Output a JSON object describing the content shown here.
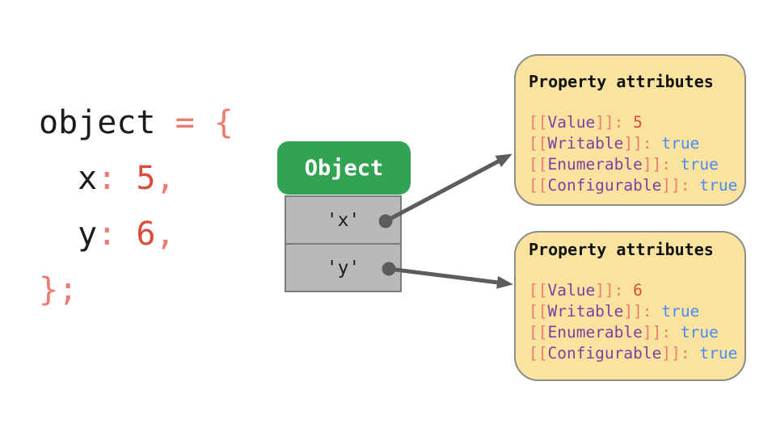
{
  "colors": {
    "code_text": "#1C1C1C",
    "punctuation_coral": "#EE7B72",
    "number_red": "#DC4B3C",
    "attribute_purple": "#7E3F9E",
    "boolean_blue": "#4A8AF4",
    "object_header_green": "#32A352",
    "property_row_gray": "#B9B9B9",
    "note_yellow": "#FAE39E",
    "arrow_gray": "#5C5C5C"
  },
  "code": {
    "lines": [
      {
        "segments": [
          {
            "text": "object",
            "color": "code"
          },
          {
            "text": " = {",
            "color": "coral"
          }
        ]
      },
      {
        "segments": [
          {
            "text": "  x",
            "color": "code"
          },
          {
            "text": ": ",
            "color": "coral"
          },
          {
            "text": "5",
            "color": "number"
          },
          {
            "text": ",",
            "color": "coral"
          }
        ]
      },
      {
        "segments": [
          {
            "text": "  y",
            "color": "code"
          },
          {
            "text": ": ",
            "color": "coral"
          },
          {
            "text": "6",
            "color": "number"
          },
          {
            "text": ",",
            "color": "coral"
          }
        ]
      },
      {
        "segments": [
          {
            "text": "};",
            "color": "coral"
          }
        ]
      }
    ]
  },
  "object_box": {
    "label": "Object"
  },
  "property_rows": [
    {
      "label": "'x'"
    },
    {
      "label": "'y'"
    }
  ],
  "syntax": {
    "bracket_open": "[[",
    "bracket_close": "]]",
    "colon": ": "
  },
  "attribute_boxes": [
    {
      "title": "Property attributes",
      "entries": [
        {
          "name": "Value",
          "value": "5",
          "type": "number"
        },
        {
          "name": "Writable",
          "value": "true",
          "type": "boolean"
        },
        {
          "name": "Enumerable",
          "value": "true",
          "type": "boolean"
        },
        {
          "name": "Configurable",
          "value": "true",
          "type": "boolean"
        }
      ]
    },
    {
      "title": "Property attributes",
      "entries": [
        {
          "name": "Value",
          "value": "6",
          "type": "number"
        },
        {
          "name": "Writable",
          "value": "true",
          "type": "boolean"
        },
        {
          "name": "Enumerable",
          "value": "true",
          "type": "boolean"
        },
        {
          "name": "Configurable",
          "value": "true",
          "type": "boolean"
        }
      ]
    }
  ]
}
